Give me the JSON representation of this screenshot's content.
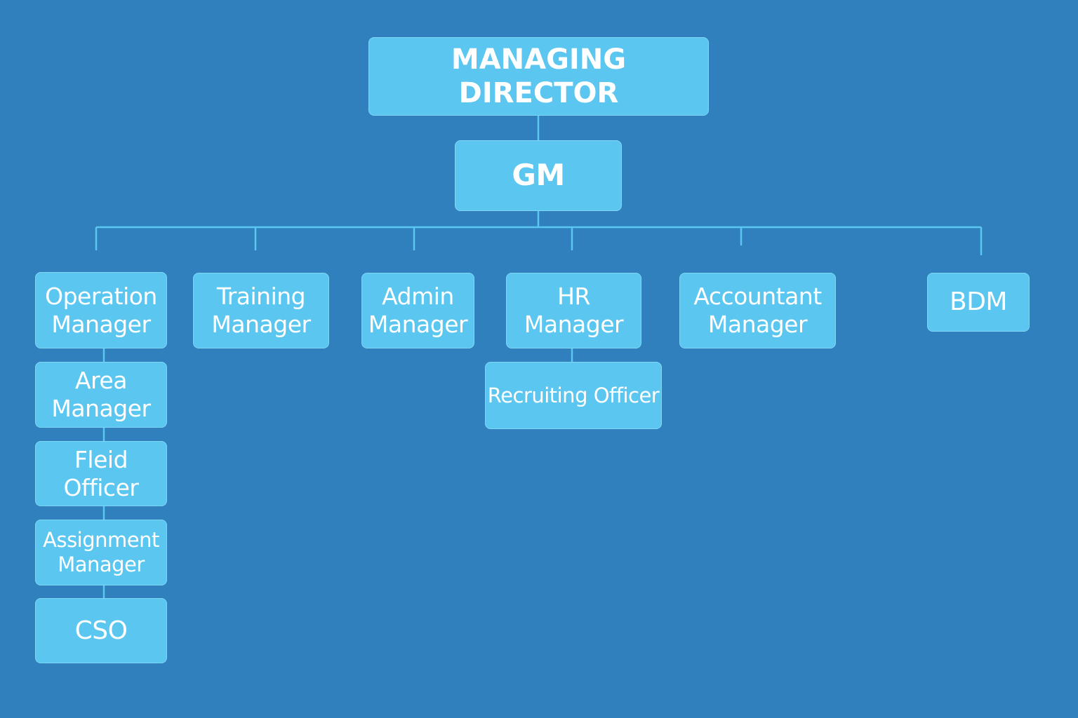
{
  "org_chart": {
    "managing_director": "MANAGING DIRECTOR",
    "gm": "GM",
    "departments": {
      "operation_manager": "Operation\nManager",
      "training_manager": "Training\nManager",
      "admin_manager": "Admin\nManager",
      "hr_manager": "HR\nManager",
      "accountant_manager": "Accountant\nManager",
      "bdm": "BDM"
    },
    "operations_chain": {
      "area_manager": "Area\nManager",
      "field_officer": "Fleid\nOfficer",
      "assignment_manager": "Assignment\nManager",
      "cso": "CSO"
    },
    "hr_chain": {
      "recruiting_officer": "Recruiting Officer"
    }
  },
  "colors": {
    "background": "#2f80bd",
    "box_fill": "#5bc6ef",
    "text": "#ffffff",
    "connector": "#5bc6ef"
  }
}
